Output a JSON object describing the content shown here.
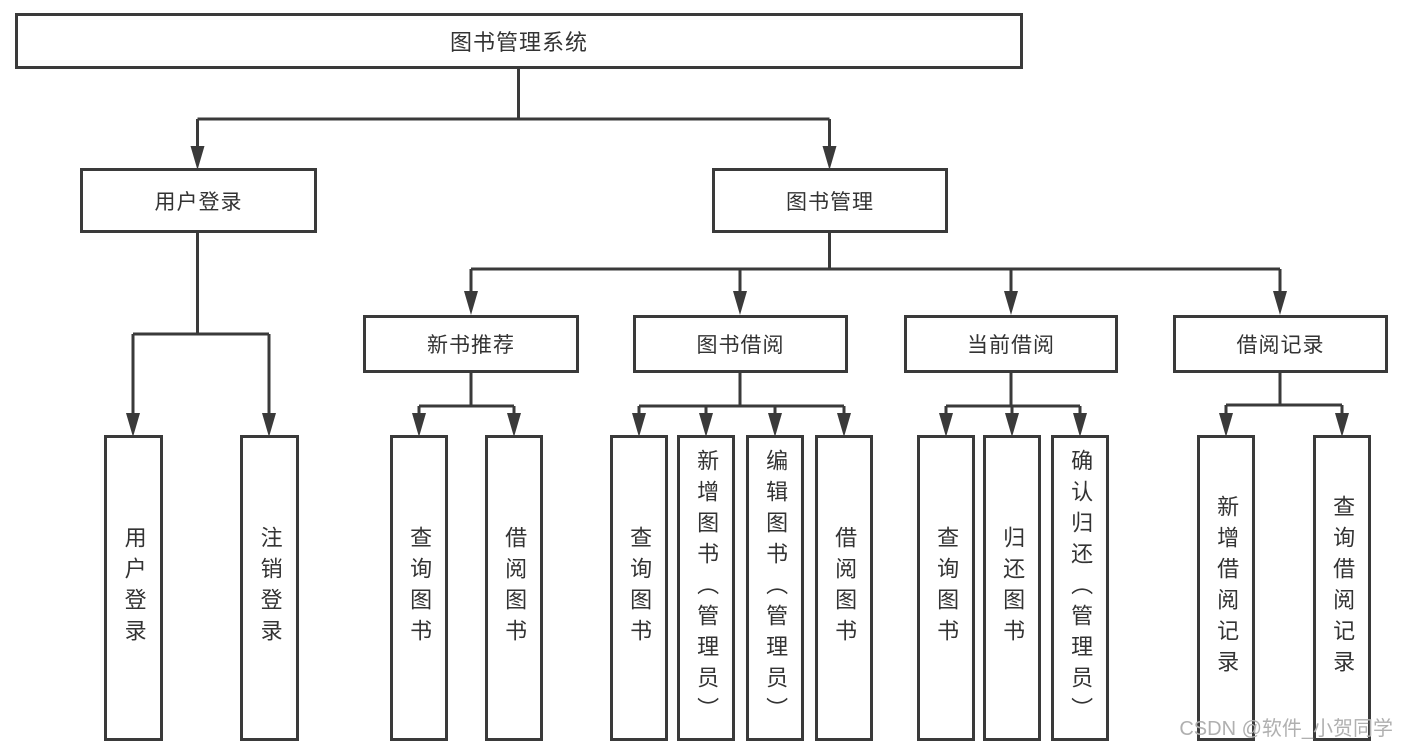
{
  "title": "图书管理系统",
  "tree": {
    "root": {
      "label": "图书管理系统"
    },
    "branches": [
      {
        "label": "用户登录",
        "children": [
          {
            "label": "用户登录"
          },
          {
            "label": "注销登录"
          }
        ]
      },
      {
        "label": "图书管理",
        "children": [
          {
            "label": "新书推荐",
            "children": [
              {
                "label": "查询图书"
              },
              {
                "label": "借阅图书"
              }
            ]
          },
          {
            "label": "图书借阅",
            "children": [
              {
                "label": "查询图书"
              },
              {
                "label": "新增图书（管理员）"
              },
              {
                "label": "编辑图书（管理员）"
              },
              {
                "label": "借阅图书"
              }
            ]
          },
          {
            "label": "当前借阅",
            "children": [
              {
                "label": "查询图书"
              },
              {
                "label": "归还图书"
              },
              {
                "label": "确认归还（管理员）"
              }
            ]
          },
          {
            "label": "借阅记录",
            "children": [
              {
                "label": "新增借阅记录"
              },
              {
                "label": "查询借阅记录"
              }
            ]
          }
        ]
      }
    ]
  },
  "watermark": "CSDN @软件_小贺同学",
  "colors": {
    "line": "#3a3a3a",
    "text": "#333333",
    "watermark": "#b0b0b0",
    "background": "#ffffff"
  }
}
